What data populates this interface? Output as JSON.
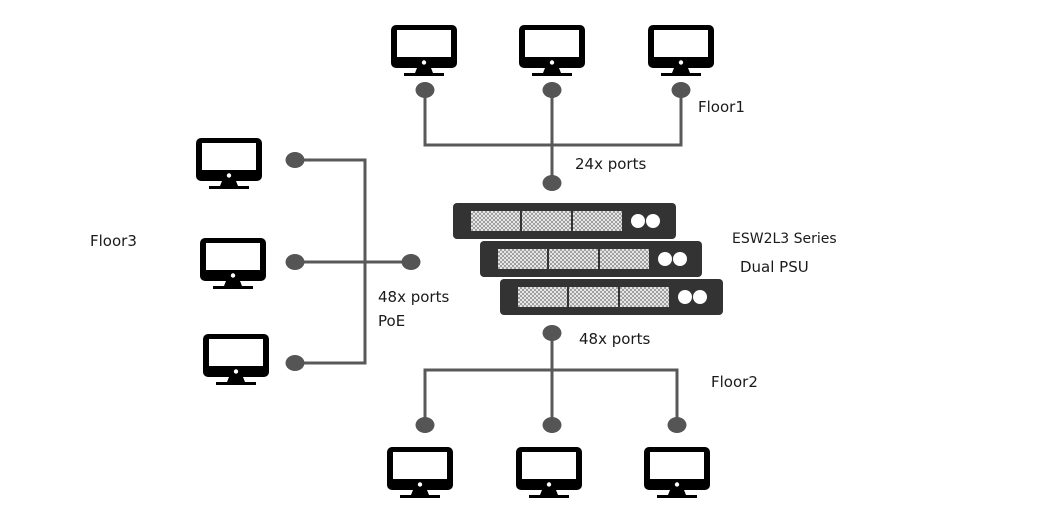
{
  "diagram": {
    "title": "",
    "colors": {
      "line": "#595959",
      "node": "#555555",
      "monitor": "#000000",
      "switch_body": "#333333",
      "grille": "#bdbdbd",
      "led": "#ffffff"
    },
    "switch_stack": {
      "name": "ESW2L3 Series",
      "feature": "Dual PSU",
      "units": 3
    },
    "groups": [
      {
        "id": "floor1",
        "label": "Floor1",
        "port_label": "24x ports",
        "port_label_2": "",
        "computers": 3
      },
      {
        "id": "floor2",
        "label": "Floor2",
        "port_label": "48x ports",
        "port_label_2": "",
        "computers": 3
      },
      {
        "id": "floor3",
        "label": "Floor3",
        "port_label": "48x ports",
        "port_label_2": "PoE",
        "computers": 3
      }
    ],
    "icons": {
      "computer": "desktop-monitor-icon",
      "switch": "network-switch-icon",
      "node": "connection-node-icon"
    }
  }
}
